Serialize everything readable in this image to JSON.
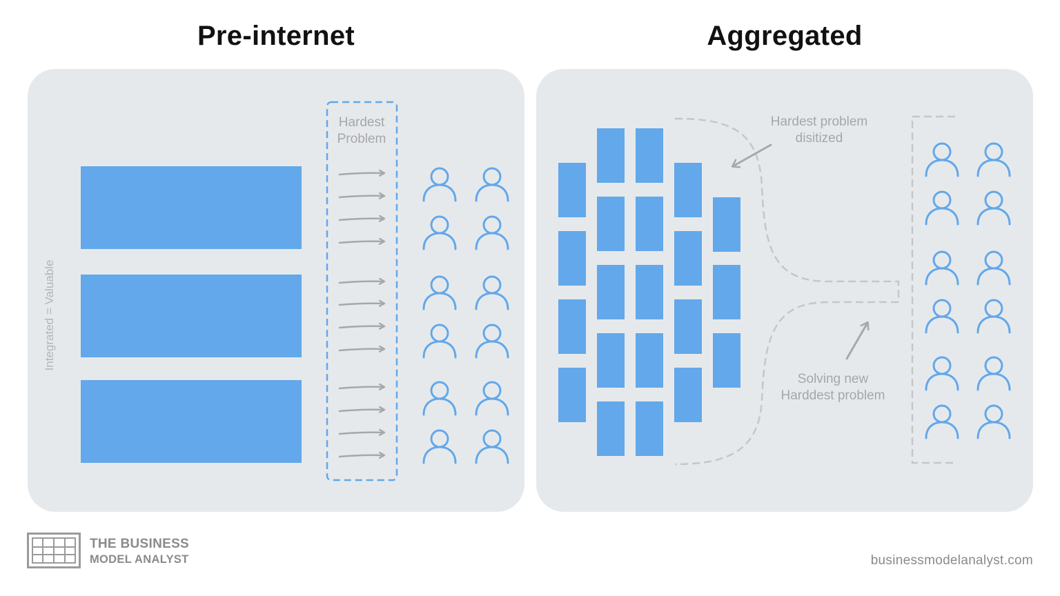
{
  "left_panel": {
    "title": "Pre-internet",
    "axis_label": "Integrated = Valuable",
    "box_label_line1": "Hardest",
    "box_label_line2": "Problem",
    "arrow_count": 12,
    "user_rows": 6
  },
  "right_panel": {
    "title": "Aggregated",
    "annotation_top_line1": "Hardest problem",
    "annotation_top_line2": "disitized",
    "annotation_bottom_line1": "Solving new",
    "annotation_bottom_line2": "Harddest problem"
  },
  "footer": {
    "brand_line1": "THE BUSINESS",
    "brand_line2": "MODEL ANALYST",
    "website": "businessmodelanalyst.com"
  },
  "colors": {
    "block_blue": "#62a8ea",
    "panel_gray": "#e6e9ec",
    "arrow_gray": "#a8a8a8",
    "text_gray": "#a6a6a6"
  }
}
